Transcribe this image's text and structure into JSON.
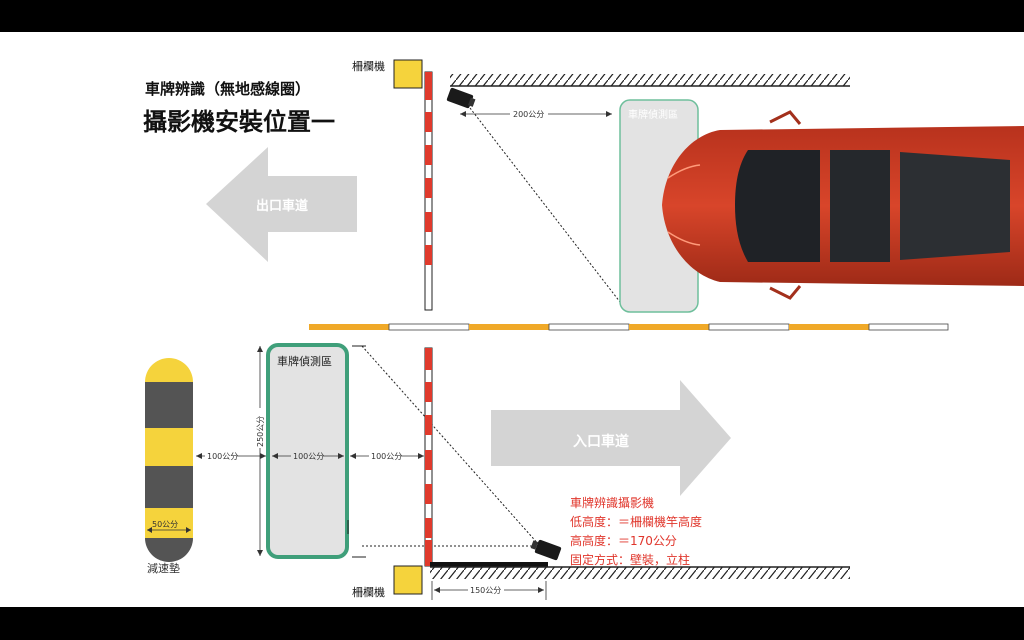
{
  "title": {
    "line1": "車牌辨識（無地感線圈）",
    "line2": "攝影機安裝位置一"
  },
  "gate_top": {
    "label": "柵欄機"
  },
  "gate_bottom": {
    "label": "柵欄機"
  },
  "exit_lane": {
    "label": "出口車道"
  },
  "entry_lane": {
    "label": "入口車道"
  },
  "detect_zone_top": {
    "label": "車牌偵測區"
  },
  "detect_zone_bottom": {
    "label": "車牌偵測區"
  },
  "dimensions": {
    "top_camera_to_zone": "200公分",
    "zone_height": "250公分",
    "bump_to_zone": "100公分",
    "zone_width": "100公分",
    "zone_to_gate": "100公分",
    "bump_width": "50公分",
    "gate_to_camera": "150公分"
  },
  "speed_bump": {
    "label": "減速墊"
  },
  "camera_spec": {
    "title": "車牌辨識攝影機",
    "low_height": "低高度：＝柵欄機竿高度",
    "high_height": "高高度：＝170公分",
    "mount": "固定方式：壁裝，立柱"
  },
  "colors": {
    "gate_box": "#f5d33c",
    "pole_red": "#e03a2c",
    "zone_green": "#4caf8a",
    "arrow_gray": "#d4d4d4",
    "spec_red": "#e0352b",
    "divider_yellow": "#f0a928"
  }
}
